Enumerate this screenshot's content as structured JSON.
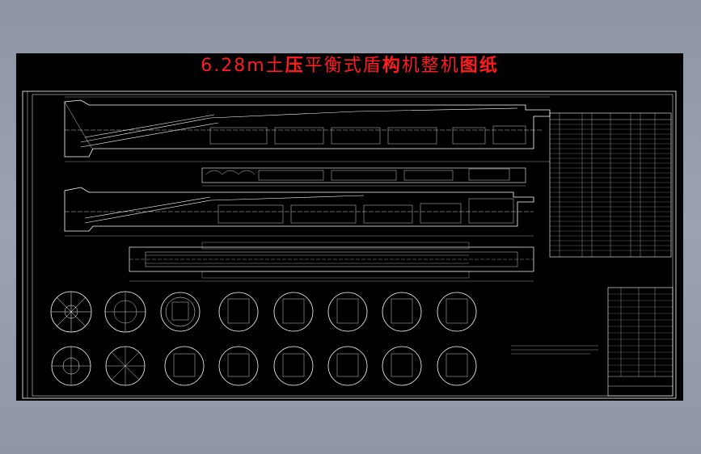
{
  "title": {
    "parts": [
      "6.28m土",
      "压",
      "平衡式盾",
      "构",
      "机整机",
      "图纸"
    ]
  },
  "colors": {
    "background": "#949cab",
    "sheet": "#000000",
    "title": "#ff1c1c",
    "lines": "#ffffff"
  }
}
